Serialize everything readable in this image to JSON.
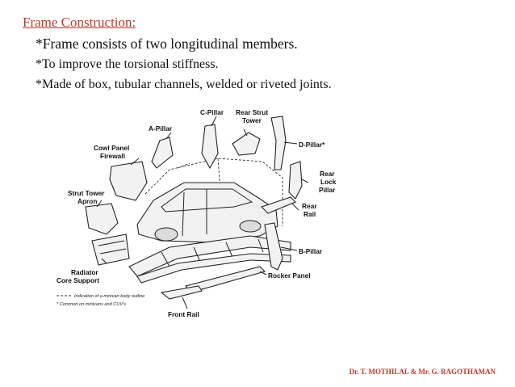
{
  "slide": {
    "title": "Frame Construction:",
    "bullets": [
      "*Frame consists of two longitudinal members.",
      "*To improve the torsional stiffness.",
      "*Made of box, tubular channels, welded or riveted joints."
    ],
    "footer": "Dr. T. MOTHILAL & Mr. G. RAGOTHAMAN"
  },
  "figure": {
    "labels": {
      "c_pillar": "C-Pillar",
      "rear_strut_1": "Rear Strut",
      "rear_strut_2": "Tower",
      "a_pillar": "A-Pillar",
      "d_pillar": "D-Pillar*",
      "cowl_1": "Cowl Panel",
      "cowl_2": "Firewall",
      "rear_lock_1": "Rear",
      "rear_lock_2": "Lock",
      "rear_lock_3": "Pillar",
      "strut_tower_1": "Strut Tower",
      "strut_tower_2": "Apron",
      "rear_rail_1": "Rear",
      "rear_rail_2": "Rail",
      "b_pillar": "B-Pillar",
      "radiator_1": "Radiator",
      "radiator_2": "Core Support",
      "rocker_panel": "Rocker Panel",
      "front_rail": "Front Rail",
      "legend_dash": "Indication of a minivan body outline",
      "legend_star": "* Common on minivans and CUV's"
    }
  }
}
